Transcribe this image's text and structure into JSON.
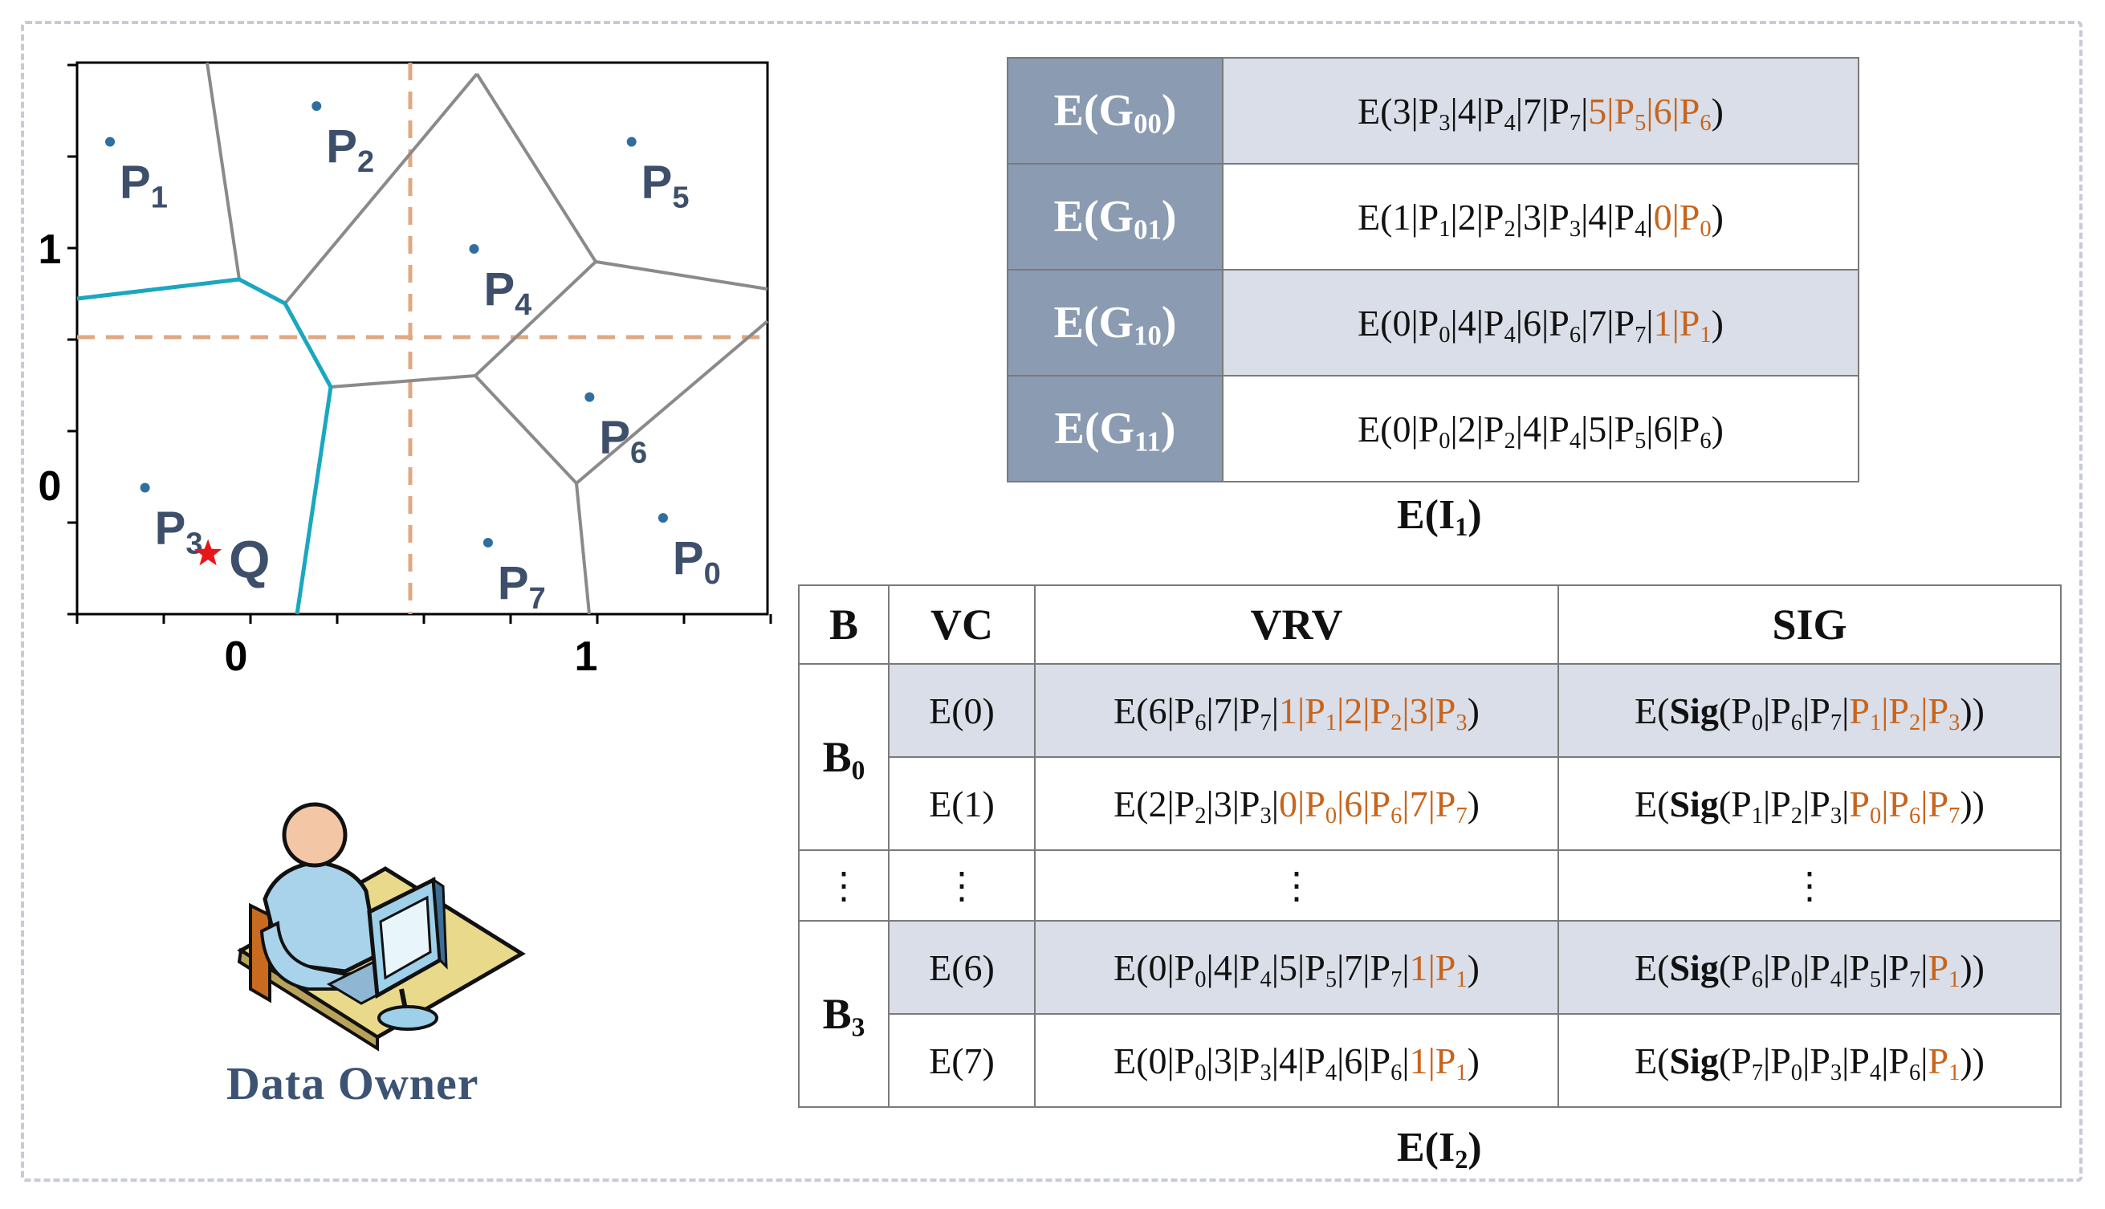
{
  "plot": {
    "x_ticks": [
      "0",
      "1"
    ],
    "y_ticks": [
      "1",
      "0"
    ],
    "points": [
      {
        "name": "P",
        "sub": "1",
        "x": -0.36,
        "y": 1.39
      },
      {
        "name": "P",
        "sub": "2",
        "x": 0.23,
        "y": 1.52
      },
      {
        "name": "P",
        "sub": "5",
        "x": 1.13,
        "y": 1.39
      },
      {
        "name": "P",
        "sub": "4",
        "x": 0.68,
        "y": 1.0
      },
      {
        "name": "P",
        "sub": "6",
        "x": 1.01,
        "y": 0.46
      },
      {
        "name": "P",
        "sub": "3",
        "x": -0.26,
        "y": 0.13
      },
      {
        "name": "P",
        "sub": "7",
        "x": 0.72,
        "y": -0.07
      },
      {
        "name": "P",
        "sub": "0",
        "x": 1.22,
        "y": 0.02
      }
    ],
    "query": {
      "label": "Q",
      "x": -0.08,
      "y": -0.11
    }
  },
  "owner_label": "Data Owner",
  "table1": {
    "caption": {
      "main": "E(I",
      "sub": "1",
      "end": ")"
    },
    "rows": [
      {
        "head_main": "E(G",
        "head_sub": "00",
        "head_end": ")",
        "value": [
          [
            "n",
            "E(3|P"
          ],
          [
            "s",
            "3"
          ],
          [
            "n",
            "|4|P"
          ],
          [
            "s",
            "4"
          ],
          [
            "n",
            "|7|P"
          ],
          [
            "s",
            "7"
          ],
          [
            "n",
            "|"
          ],
          [
            "o",
            "5|P"
          ],
          [
            "os",
            "5"
          ],
          [
            "o",
            "|6|P"
          ],
          [
            "os",
            "6"
          ],
          [
            "n",
            ")"
          ]
        ]
      },
      {
        "head_main": "E(G",
        "head_sub": "01",
        "head_end": ")",
        "value": [
          [
            "n",
            "E(1|P"
          ],
          [
            "s",
            "1"
          ],
          [
            "n",
            "|2|P"
          ],
          [
            "s",
            "2"
          ],
          [
            "n",
            "|3|P"
          ],
          [
            "s",
            "3"
          ],
          [
            "n",
            "|4|P"
          ],
          [
            "s",
            "4"
          ],
          [
            "n",
            "|"
          ],
          [
            "o",
            "0|P"
          ],
          [
            "os",
            "0"
          ],
          [
            "n",
            ")"
          ]
        ]
      },
      {
        "head_main": "E(G",
        "head_sub": "10",
        "head_end": ")",
        "value": [
          [
            "n",
            "E(0|P"
          ],
          [
            "s",
            "0"
          ],
          [
            "n",
            "|4|P"
          ],
          [
            "s",
            "4"
          ],
          [
            "n",
            "|6|P"
          ],
          [
            "s",
            "6"
          ],
          [
            "n",
            "|7|P"
          ],
          [
            "s",
            "7"
          ],
          [
            "n",
            "|"
          ],
          [
            "o",
            "1|P"
          ],
          [
            "os",
            "1"
          ],
          [
            "n",
            ")"
          ]
        ]
      },
      {
        "head_main": "E(G",
        "head_sub": "11",
        "head_end": ")",
        "value": [
          [
            "n",
            "E(0|P"
          ],
          [
            "s",
            "0"
          ],
          [
            "n",
            "|2|P"
          ],
          [
            "s",
            "2"
          ],
          [
            "n",
            "|4|P"
          ],
          [
            "s",
            "4"
          ],
          [
            "n",
            "|5|P"
          ],
          [
            "s",
            "5"
          ],
          [
            "n",
            "|6|P"
          ],
          [
            "s",
            "6"
          ],
          [
            "n",
            ")"
          ]
        ]
      }
    ]
  },
  "table2": {
    "caption": {
      "main": "E(I",
      "sub": "2",
      "end": ")"
    },
    "headers": [
      "B",
      "VC",
      "VRV",
      "SIG"
    ],
    "dots": "⋮",
    "blocks": [
      {
        "label_main": "B",
        "label_sub": "0",
        "rows": [
          {
            "vc": "E(0)",
            "vrv": [
              [
                "n",
                "E(6|P"
              ],
              [
                "s",
                "6"
              ],
              [
                "n",
                "|7|P"
              ],
              [
                "s",
                "7"
              ],
              [
                "n",
                "|"
              ],
              [
                "o",
                "1|P"
              ],
              [
                "os",
                "1"
              ],
              [
                "o",
                "|2|P"
              ],
              [
                "os",
                "2"
              ],
              [
                "o",
                "|3|P"
              ],
              [
                "os",
                "3"
              ],
              [
                "n",
                ")"
              ]
            ],
            "sig": [
              [
                "n",
                "E("
              ],
              [
                "b",
                "Sig"
              ],
              [
                "n",
                "(P"
              ],
              [
                "s",
                "0"
              ],
              [
                "n",
                "|P"
              ],
              [
                "s",
                "6"
              ],
              [
                "n",
                "|P"
              ],
              [
                "s",
                "7"
              ],
              [
                "n",
                "|"
              ],
              [
                "o",
                "P"
              ],
              [
                "os",
                "1"
              ],
              [
                "o",
                "|P"
              ],
              [
                "os",
                "2"
              ],
              [
                "o",
                "|P"
              ],
              [
                "os",
                "3"
              ],
              [
                "n",
                "))"
              ]
            ]
          },
          {
            "vc": "E(1)",
            "vrv": [
              [
                "n",
                "E(2|P"
              ],
              [
                "s",
                "2"
              ],
              [
                "n",
                "|3|P"
              ],
              [
                "s",
                "3"
              ],
              [
                "n",
                "|"
              ],
              [
                "o",
                "0|P"
              ],
              [
                "os",
                "0"
              ],
              [
                "o",
                "|6|P"
              ],
              [
                "os",
                "6"
              ],
              [
                "o",
                "|7|P"
              ],
              [
                "os",
                "7"
              ],
              [
                "n",
                ")"
              ]
            ],
            "sig": [
              [
                "n",
                "E("
              ],
              [
                "b",
                "Sig"
              ],
              [
                "n",
                "(P"
              ],
              [
                "s",
                "1"
              ],
              [
                "n",
                "|P"
              ],
              [
                "s",
                "2"
              ],
              [
                "n",
                "|P"
              ],
              [
                "s",
                "3"
              ],
              [
                "n",
                "|"
              ],
              [
                "o",
                "P"
              ],
              [
                "os",
                "0"
              ],
              [
                "o",
                "|P"
              ],
              [
                "os",
                "6"
              ],
              [
                "o",
                "|P"
              ],
              [
                "os",
                "7"
              ],
              [
                "n",
                "))"
              ]
            ]
          }
        ]
      },
      {
        "label_main": "B",
        "label_sub": "3",
        "rows": [
          {
            "vc": "E(6)",
            "vrv": [
              [
                "n",
                "E(0|P"
              ],
              [
                "s",
                "0"
              ],
              [
                "n",
                "|4|P"
              ],
              [
                "s",
                "4"
              ],
              [
                "n",
                "|5|P"
              ],
              [
                "s",
                "5"
              ],
              [
                "n",
                "|7|P"
              ],
              [
                "s",
                "7"
              ],
              [
                "n",
                "|"
              ],
              [
                "o",
                "1|P"
              ],
              [
                "os",
                "1"
              ],
              [
                "n",
                ")"
              ]
            ],
            "sig": [
              [
                "n",
                "E("
              ],
              [
                "b",
                "Sig"
              ],
              [
                "n",
                "(P"
              ],
              [
                "s",
                "6"
              ],
              [
                "n",
                "|P"
              ],
              [
                "s",
                "0"
              ],
              [
                "n",
                "|P"
              ],
              [
                "s",
                "4"
              ],
              [
                "n",
                "|P"
              ],
              [
                "s",
                "5"
              ],
              [
                "n",
                "|P"
              ],
              [
                "s",
                "7"
              ],
              [
                "n",
                "|"
              ],
              [
                "o",
                "P"
              ],
              [
                "os",
                "1"
              ],
              [
                "n",
                "))"
              ]
            ]
          },
          {
            "vc": "E(7)",
            "vrv": [
              [
                "n",
                "E(0|P"
              ],
              [
                "s",
                "0"
              ],
              [
                "n",
                "|3|P"
              ],
              [
                "s",
                "3"
              ],
              [
                "n",
                "|4|P"
              ],
              [
                "s",
                "4"
              ],
              [
                "n",
                "|6|P"
              ],
              [
                "s",
                "6"
              ],
              [
                "n",
                "|"
              ],
              [
                "o",
                "1|P"
              ],
              [
                "os",
                "1"
              ],
              [
                "n",
                ")"
              ]
            ],
            "sig": [
              [
                "n",
                "E("
              ],
              [
                "b",
                "Sig"
              ],
              [
                "n",
                "(P"
              ],
              [
                "s",
                "7"
              ],
              [
                "n",
                "|P"
              ],
              [
                "s",
                "0"
              ],
              [
                "n",
                "|P"
              ],
              [
                "s",
                "3"
              ],
              [
                "n",
                "|P"
              ],
              [
                "s",
                "4"
              ],
              [
                "n",
                "|P"
              ],
              [
                "s",
                "6"
              ],
              [
                "n",
                "|"
              ],
              [
                "o",
                "P"
              ],
              [
                "os",
                "1"
              ],
              [
                "n",
                "))"
              ]
            ]
          }
        ]
      }
    ]
  },
  "colors": {
    "cell_edge": "#8a8a8a",
    "query_cell_edge": "#1aa7c0",
    "grid_split": "#e0a882",
    "point": "#2f6f9f",
    "point_label": "#3d4f6a",
    "query_star": "#e8151b",
    "highlight": "#c8641c",
    "header_fill": "#8a9bb2",
    "row_fill": "#d9dee8"
  }
}
